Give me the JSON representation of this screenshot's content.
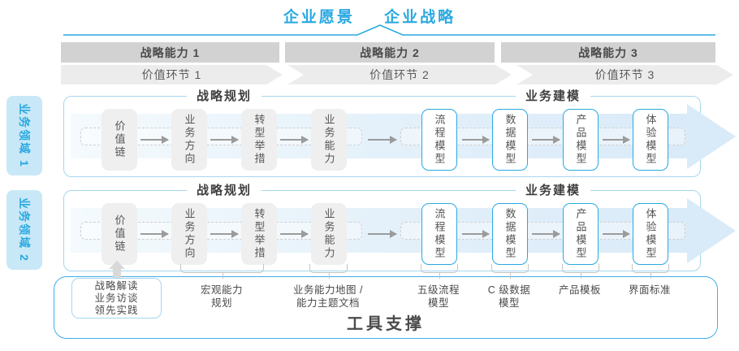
{
  "title": {
    "vision": "企业愿景",
    "strategy": "企业战略"
  },
  "capability_band": [
    "战略能力 1",
    "战略能力 2",
    "战略能力 3"
  ],
  "value_band": [
    "价值环节 1",
    "价值环节 2",
    "价值环节 3"
  ],
  "domains": [
    "业务领域 1",
    "业务领域 2"
  ],
  "rows": [
    {
      "header_left": "战略规划",
      "header_right": "业务建模",
      "boxes": [
        "价值链",
        "业务方向",
        "转型举措",
        "业务能力",
        "流程模型",
        "数据模型",
        "产品模型",
        "体验模型"
      ]
    },
    {
      "header_left": "战略规划",
      "header_right": "业务建模",
      "boxes": [
        "价值链",
        "业务方向",
        "转型举措",
        "业务能力",
        "流程模型",
        "数据模型",
        "产品模型",
        "体验模型"
      ]
    }
  ],
  "annotations": {
    "callout": {
      "lines": [
        "战略解读",
        "业务访谈",
        "领先实践"
      ]
    },
    "labels": [
      {
        "lines": [
          "宏观能力",
          "规划"
        ]
      },
      {
        "lines": [
          "业务能力地图 /",
          "能力主题文档"
        ]
      },
      {
        "lines": [
          "五级流程",
          "模型"
        ]
      },
      {
        "lines": [
          "C 级数据",
          "模型"
        ]
      },
      {
        "lines": [
          "产品模板"
        ]
      },
      {
        "lines": [
          "界面标准"
        ]
      }
    ]
  },
  "tool_support": "工具支撑",
  "colors": {
    "accent_blue": "#29a9e1",
    "container_border": "#a5d7ee",
    "sidebar_bg": "#c9e8f7",
    "capability_band_bg": "#d2d2d2",
    "value_band_bg": "#ececec",
    "stage_box_gray": "#efefef",
    "flow_band_blue": "#d9eaf8",
    "arrow_gray": "#9b9b9b",
    "text_dark": "#4a4a4a"
  }
}
